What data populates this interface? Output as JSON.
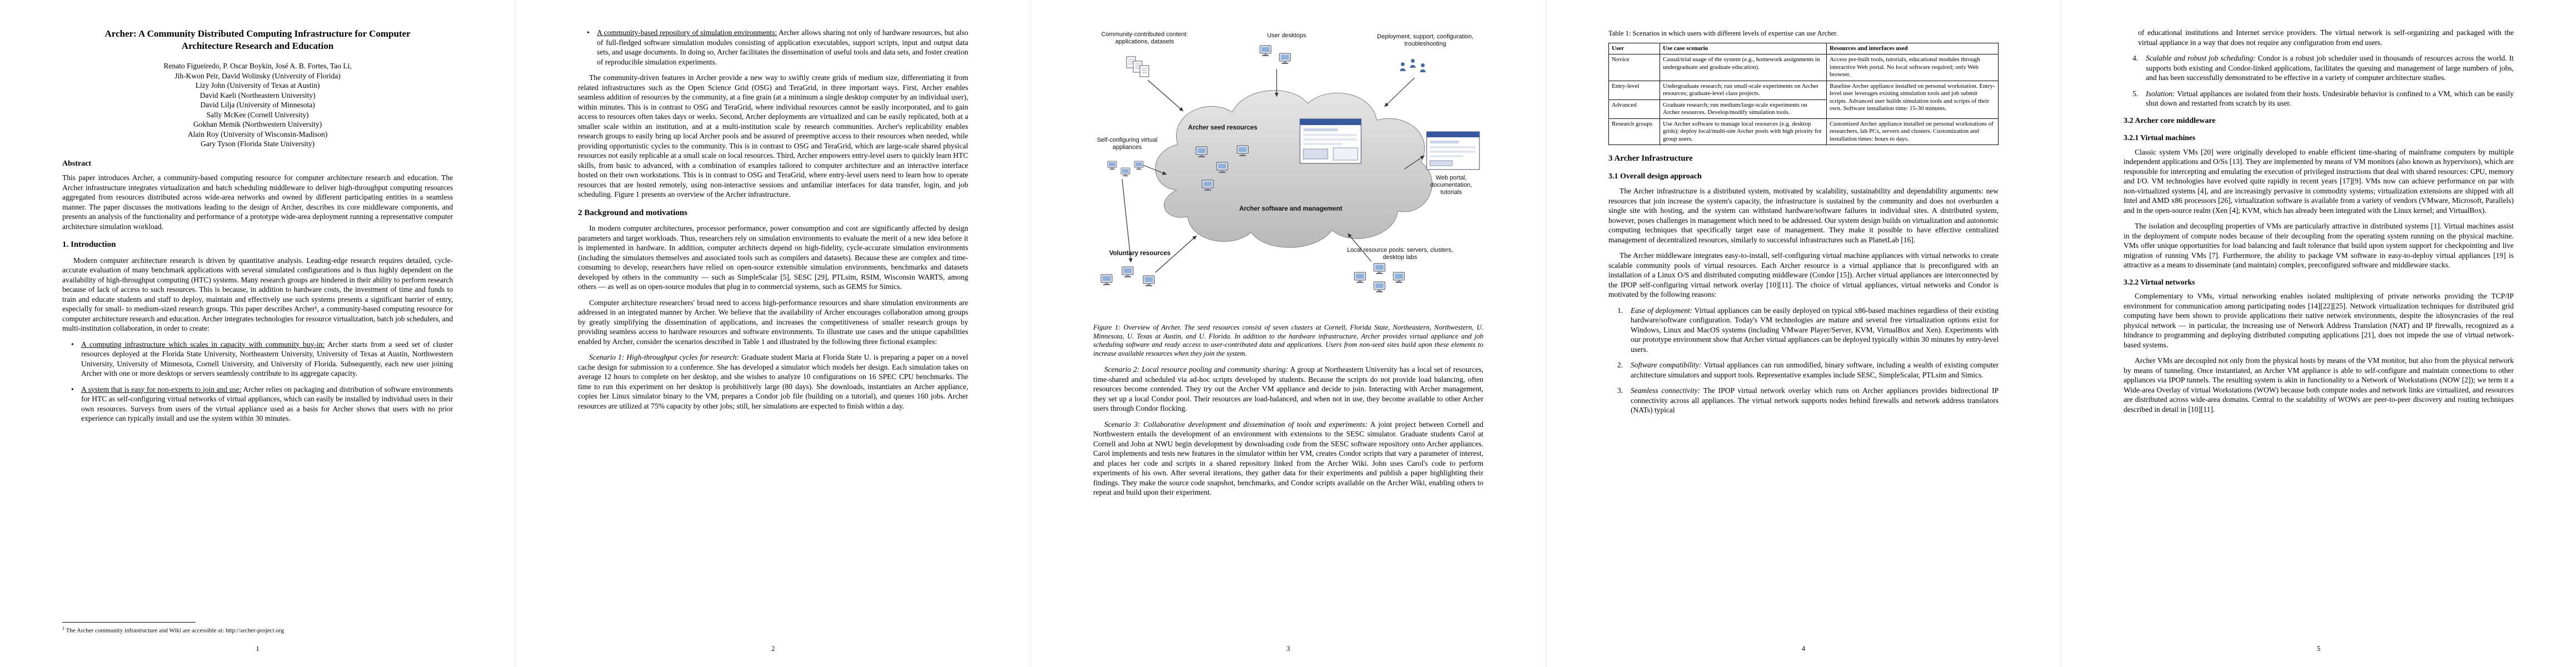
{
  "colors": {
    "page_background": "#ffffff",
    "text": "#000000",
    "figure_cloud": "#c9c9c9",
    "window_titlebar": "#35589e"
  },
  "doc": {
    "title": "Archer: A Community Distributed Computing Infrastructure for Computer Architecture Research and Education"
  },
  "p1": {
    "authors": [
      "Renato Figueiredo, P. Oscar Boykin, José A. B. Fortes, Tao Li,",
      "Jih-Kwon Peir, David Wolinsky (University of Florida)",
      "Lizy John (University of Texas at Austin)",
      "David Kaeli (Northeastern University)",
      "David Lilja (University of Minnesota)",
      "Sally McKee (Cornell University)",
      "Gokhan Memik (Northwestern University)",
      "Alain Roy (University of Wisconsin-Madison)",
      "Gary Tyson (Florida State University)"
    ],
    "abstract_heading": "Abstract",
    "abstract": "This paper introduces Archer, a community-based computing resource for computer architecture research and education. The Archer infrastructure integrates virtualization and batch scheduling middleware to deliver high-throughput computing resources aggregated from resources distributed across wide-area networks and owned by different participating entities in a seamless manner. The paper discusses the motivations leading to the design of Archer, describes its core middleware components, and presents an analysis of the functionality and performance of a prototype wide-area deployment running a representative computer architecture simulation workload.",
    "intro_heading": "1. Introduction",
    "intro": "Modern computer architecture research is driven by quantitative analysis. Leading-edge research requires detailed, cycle-accurate evaluation of many benchmark applications with several simulated configurations and is thus highly dependent on the availability of high-throughput computing (HTC) systems. Many research groups are hindered in their ability to perform research because of lack of access to such resources. This is because, in addition to hardware costs, the investment of time and funds to train and educate students and staff to deploy, maintain and effectively use such systems presents a significant barrier of entry, especially for small- to medium-sized research groups. This paper describes Archer¹, a community-based computing resource for computer architecture research and education. Archer integrates technologies for resource virtualization, batch job schedulers, and multi-institution collaboration, in order to create:",
    "bullets": [
      {
        "marker": "•",
        "lead": "A computing infrastructure which scales in capacity with community buy-in:",
        "body": " Archer starts from a seed set of cluster resources deployed at the Florida State University, Northeastern University, University of Texas at Austin, Northwestern University, University of Minnesota, Cornell University, and University of Florida. Subsequently, each new user joining Archer with one or more desktops or servers seamlessly contribute to its aggregate capacity."
      },
      {
        "marker": "•",
        "lead": "A system that is easy for non-experts to join and use:",
        "body": " Archer relies on packaging and distribution of software environments for HTC as self-configuring virtual networks of virtual appliances, which can easily be installed by individual users in their own resources. Surveys from users of the virtual appliance used as a basis for Archer shows that users with no prior experience can typically install and use the system within 30 minutes."
      }
    ],
    "footnote_marker": "1",
    "footnote_text": " The Archer community infrastructure and Wiki are accessible at: ",
    "footnote_url": "http://archer-project.org",
    "page_number": "1"
  },
  "p2": {
    "bullet": {
      "marker": "•",
      "lead": "A community-based repository of simulation environments:",
      "body": " Archer allows sharing not only of hardware resources, but also of full-fledged software simulation modules consisting of application executables, support scripts, input and output data sets, and usage documents. In doing so, Archer facilitates the dissemination of useful tools and data sets, and foster creation of reproducible simulation experiments."
    },
    "para1": "The community-driven features in Archer provide a new way to swiftly create grids of medium size, differentiating it from related infrastructures such as the Open Science Grid (OSG) and TeraGrid, in three important ways. First, Archer enables seamless addition of resources by the community, at a fine grain (at a minimum a single desktop computer by an individual user), within minutes. This is in contrast to OSG and TeraGrid, where individual resources cannot be easily incorporated, and to gain access to resources often takes days or weeks. Second, Archer deployments are virtualized and can be easily replicated, both at a smaller scale within an institution, and at a multi-institution scale by research communities. Archer's replicability enables research groups to easily bring up local Archer pools and be assured of preemptive access to their resources when needed, while providing opportunistic cycles to the community. This is in contrast to OSG and TeraGrid, which are large-scale shared physical resources not easily replicable at a small scale on local resources. Third, Archer empowers entry-level users to quickly learn HTC skills, from basic to advanced, with a combination of examples tailored to computer architecture and an interactive interface hosted on their own workstations. This is in contrast to OSG and TeraGrid, where entry-level users need to learn how to operate resources that are hosted remotely, using non-interactive sessions and unfamiliar interfaces for data transfer, login, and job scheduling. Figure 1 presents an overview of the Archer infrastructure.",
    "section2_heading": "2 Background and motivations",
    "para2": "In modern computer architectures, processor performance, power consumption and cost are significantly affected by design parameters and target workloads. Thus, researchers rely on simulation environments to evaluate the merit of a new idea before it is implemented in hardware. In addition, computer architects depend on high-fidelity, cycle-accurate simulation environments (including the simulators themselves and associated tools such as compilers and datasets). Because these are complex and time-consuming to develop, researchers have relied on open-source extensible simulation environments, benchmarks and datasets developed by others in the community — such as SimpleScalar [5], SESC [29], PTLsim, RSIM, Wisconsin WARTS, among others — as well as on open-source modules that plug in to commercial systems, such as GEMS for Simics.",
    "para3": "Computer architecture researchers' broad need to access high-performance resources and share simulation environments are addressed in an integrated manner by Archer. We believe that the availability of Archer encourages collaboration among groups by greatly simplifying the dissemination of applications, and increases the competitiveness of smaller research groups by providing seamless access to hardware resources and software environments. To illustrate use cases and the unique capabilities enabled by Archer, consider the scenarios described in Table 1 and illustrated by the following three fictional examples:",
    "scenario1": {
      "lead": "Scenario 1: High-throughput cycles for research:",
      "body": " Graduate student Maria at Florida State U. is preparing a paper on a novel cache design for submission to a conference. She has developed a simulator which models her design. Each simulation takes on average 12 hours to complete on her desktop, and she wishes to analyze 10 configurations on 16 SPEC CPU benchmarks. The time to run this experiment on her desktop is prohibitively large (80 days). She downloads, instantiates an Archer appliance, copies her Linux simulator binary to the VM, prepares a Condor job file (building on a tutorial), and queues 160 jobs. Archer resources are utilized at 75% capacity by other jobs; still, her simulations are expected to finish within a day."
    },
    "page_number": "2"
  },
  "p3": {
    "figure": {
      "labels": {
        "community_content": "Community-contributed content: applications, datasets",
        "user_desktops": "User desktops",
        "deployment_support": "Deployment, support, configuration, troubleshooting",
        "self_configuring": "Self-configuring virtual appliances",
        "seed_resources": "Archer seed resources",
        "software_management": "Archer software and management",
        "voluntary_resources": "Voluntary resources",
        "web_portal": "Web portal, documentation, tutorials",
        "local_pools": "Local resource pools: servers, clusters, desktop labs"
      },
      "caption": "Figure 1: Overview of Archer. The seed resources consist of seven clusters at Cornell, Florida State, Northeastern, Northwestern, U. Minnesota, U. Texas at Austin, and U. Florida. In addition to the hardware infrastructure, Archer provides virtual appliance and job scheduling software and ready access to user-contributed data and applications. Users from non-seed sites build upon these elements to increase available resources when they join the system."
    },
    "scenario2": {
      "lead": "Scenario 2: Local resource pooling and community sharing:",
      "body": " A group at Northeastern University has a local set of resources, time-shared and scheduled via ad-hoc scripts developed by students. Because the scripts do not provide load balancing, often resources become contended. They try out the Archer VM appliance and decide to join. Interacting with Archer management, they set up a local Condor pool. Their resources are load-balanced, and when not in use, they become available to other Archer users through Condor flocking."
    },
    "scenario3": {
      "lead": "Scenario 3: Collaborative development and dissemination of tools and experiments:",
      "body": " A joint project between Cornell and Northwestern entails the development of an environment with extensions to the SESC simulator. Graduate students Carol at Cornell and John at NWU begin development by downloading code from the SESC software repository onto Archer appliances. Carol implements and tests new features in the simulator within her VM, creates Condor scripts that vary a parameter of interest, and places her code and scripts in a shared repository linked from the Archer Wiki. John uses Carol's code to perform experiments of his own. After several iterations, they gather data for their experiments and publish a paper highlighting their findings. They make the source code snapshot, benchmarks, and Condor scripts available on the Archer Wiki, enabling others to repeat and build upon their experiment."
    },
    "page_number": "3"
  },
  "p4": {
    "table": {
      "caption": "Table 1: Scenarios in which users with different levels of expertise can use Archer.",
      "headers": [
        "User",
        "Use case scenario",
        "Resources and interfaces used"
      ],
      "rows": {
        "novice": {
          "user": "Novice",
          "scenario": "Casual/trial usage of the system (e.g., homework assignments in undergraduate and graduate education).",
          "resources": "Access pre-built tools, tutorials, educational modules through interactive Web portal. No local software required; only Web browser."
        },
        "entry": {
          "user": "Entry-level",
          "scenario": "Undergraduate research; run small-scale experiments on Archer resources; graduate-level class projects.",
          "resources": "Baseline Archer appliance installed on personal workstation. Entry-level user leverages existing simulation tools and job submit scripts. Advanced user builds simulation tools and scripts of their own. Software installation time: 15-30 minutes."
        },
        "advanced": {
          "user": "Advanced",
          "scenario": "Graduate research; run medium/large-scale experiments on Archer resources. Develop/modify simulation tools."
        },
        "groups": {
          "user": "Research groups",
          "scenario": "Use Archer software to manage local resources (e.g. desktop grids); deploy local/multi-site Archer pools with high priority for group users.",
          "resources": "Customized Archer appliance installed on personal workstations of researchers, lab PCs, servers and clusters. Customization and installation times: hours to days."
        }
      }
    },
    "section3_heading": "3 Archer Infrastructure",
    "section31_heading": "3.1 Overall design approach",
    "para1": "The Archer infrastructure is a distributed system, motivated by scalability, sustainability and dependability arguments: new resources that join increase the system's capacity, the infrastructure is sustained by the community and does not overburden a single site with hosting, and the system can withstand hardware/software failures in individual sites. A distributed system, however, poses challenges in management which need to be addressed. Our system design builds on virtualization and autonomic computing techniques that specifically target ease of management. They make it possible to have effective centralized management of decentralized resources, similarly to successful infrastructures such as PlanetLab [16].",
    "para2": "The Archer middleware integrates easy-to-install, self-configuring virtual machine appliances with virtual networks to create scalable community pools of virtual resources. Each Archer resource is a virtual appliance that is preconfigured with an installation of a Linux O/S and distributed computing middleware (Condor [15]). Archer virtual appliances are interconnected by the IPOP self-configuring virtual network overlay [10][11]. The choice of virtual appliances, virtual networks and Condor is motivated by the following reasons:",
    "items": [
      {
        "num": "1.",
        "lead": "Ease of deployment:",
        "body": " Virtual appliances can be easily deployed on typical x86-based machines regardless of their existing hardware/software configuration. Today's VM technologies are mature and several free virtualization options exist for Windows, Linux and MacOS systems (including VMware Player/Server, KVM, VirtualBox and Xen). Experiments with our prototype environment show that Archer virtual appliances can be deployed typically within 30 minutes by entry-level users."
      },
      {
        "num": "2.",
        "lead": "Software compatibility:",
        "body": " Virtual appliances can run unmodified, binary software, including a wealth of existing computer architecture simulators and support tools. Representative examples include SESC, SimpleScalar, PTLsim and Simics."
      },
      {
        "num": "3.",
        "lead": "Seamless connectivity:",
        "body": " The IPOP virtual network overlay which runs on Archer appliances provides bidirectional IP connectivity across all appliances. The virtual network supports nodes behind firewalls and network address translators (NATs) typical"
      }
    ],
    "page_number": "4"
  },
  "p5": {
    "cont": "of educational institutions and Internet service providers. The virtual network is self-organizing and packaged with the virtual appliance in a way that does not require any configuration from end users.",
    "items": [
      {
        "num": "4.",
        "lead": "Scalable and robust job scheduling:",
        "body": " Condor is a robust job scheduler used in thousands of resources across the world. It supports both existing and Condor-linked applications, facilitates the queuing and management of large numbers of jobs, and has been successfully demonstrated to be effective in a variety of computer architecture studies."
      },
      {
        "num": "5.",
        "lead": "Isolation:",
        "body": " Virtual appliances are isolated from their hosts. Undesirable behavior is confined to a VM, which can be easily shut down and restarted from scratch by its user."
      }
    ],
    "section32_heading": "3.2 Archer core middleware",
    "section321_heading": "3.2.1 Virtual machines",
    "para1": "Classic system VMs [20] were originally developed to enable efficient time-sharing of mainframe computers by multiple independent applications and O/Ss [13]. They are implemented by means of VM monitors (also known as hypervisors), which are responsible for intercepting and emulating the execution of privileged instructions that deal with shared resources: CPU, memory and I/O. VM technologies have evolved quite rapidly in recent years [17][9]. VMs now can achieve performance on par with non-virtualized systems [4], and are increasingly pervasive in commodity systems; virtualization extensions are shipped with all Intel and AMD x86 processors [26], virtualization software is available from a variety of vendors (VMware, Microsoft, Parallels) and in the open-source realm (Xen [4]; KVM, which has already been integrated with the Linux kernel; and VirtualBox).",
    "para2": "The isolation and decoupling properties of VMs are particularly attractive in distributed systems [1]. Virtual machines assist in the deployment of compute nodes because of their decoupling from the operating system running on the physical machine. VMs offer unique opportunities for load balancing and fault tolerance that build upon system support for checkpointing and live migration of running VMs [7]. Furthermore, the ability to package VM software in easy-to-deploy virtual appliances [19] is attractive as a means to disseminate (and maintain) complex, preconfigured software and middleware stacks.",
    "section322_heading": "3.2.2 Virtual networks",
    "para3": "Complementary to VMs, virtual networking enables isolated multiplexing of private networks providing the TCP/IP environment for communication among participating nodes [14][22][25]. Network virtualization techniques for distributed grid computing have been shown to provide applications their native network environments, despite the idiosyncrasies of the real physical network — in particular, the increasing use of Network Address Translation (NAT) and IP firewalls, recognized as a hindrance to programming and deploying distributed computing applications [21], does not impede the use of virtual network-based systems.",
    "para4": "Archer VMs are decoupled not only from the physical hosts by means of the VM monitor, but also from the physical network by means of tunneling. Once instantiated, an Archer VM appliance is able to self-configure and maintain connections to other appliances via IPOP tunnels. The resulting system is akin in functionality to a Network of Workstations (NOW [2]); we term it a Wide-area Overlay of virtual Workstations (WOW) because both compute nodes and network links are virtualized, and resources are distributed across wide-area domains. Central to the scalability of WOWs are peer-to-peer discovery and routing techniques described in detail in [10][11].",
    "page_number": "5"
  }
}
